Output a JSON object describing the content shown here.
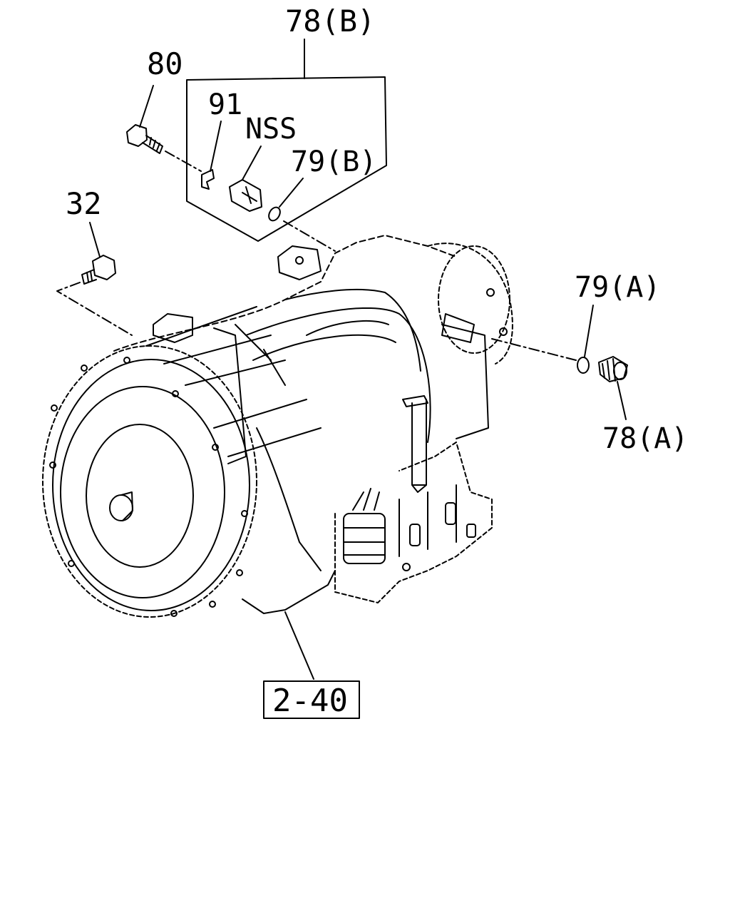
{
  "diagram": {
    "callouts": {
      "label_78b": "78(B)",
      "label_80": "80",
      "label_91": "91",
      "label_nss": "NSS",
      "label_79b": "79(B)",
      "label_32": "32",
      "label_79a": "79(A)",
      "label_78a": "78(A)",
      "ref_box": "2-40"
    }
  }
}
